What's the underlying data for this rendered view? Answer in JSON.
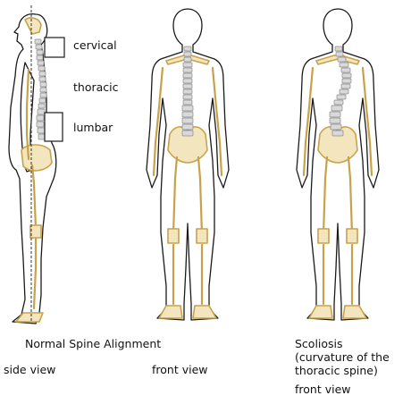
{
  "labels": {
    "cervical": "cervical",
    "thoracic": "thoracic",
    "lumbar": "lumbar"
  },
  "captions": {
    "normal_title": "Normal Spine Alignment",
    "side_view": "side view",
    "front_view_normal": "front view",
    "scoliosis_title": "Scoliosis",
    "scoliosis_desc_line1": "(curvature of the",
    "scoliosis_desc_line2": "thoracic spine)",
    "front_view_scoliosis": "front view"
  },
  "colors": {
    "outline": "#1a1a1a",
    "bone_fill": "#f3e6bf",
    "bone_stroke": "#c8a24a",
    "vertebra": "#d9d9d9",
    "plumb_line": "#333333"
  }
}
